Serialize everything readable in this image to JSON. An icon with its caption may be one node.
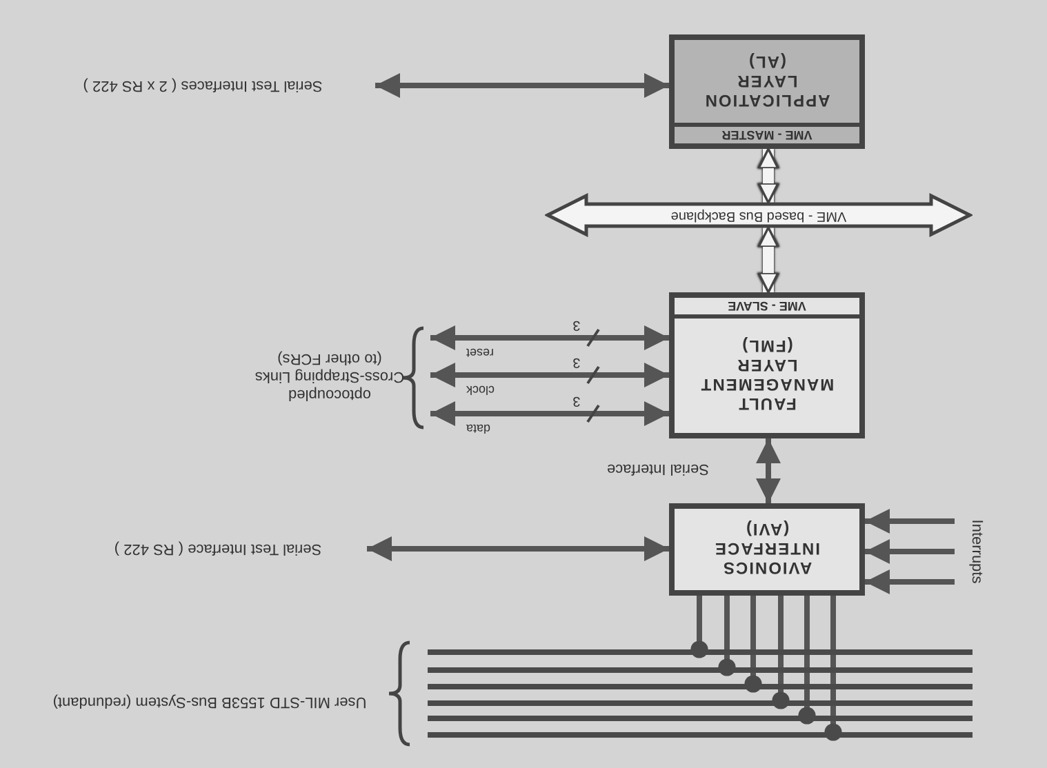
{
  "diagram": {
    "nodes": [
      {
        "text": [
          "VME - MASTER",
          "APPLICATION LAYER (AL)"
        ]
      },
      {
        "text": [
          "VME - based Bus Backplane"
        ]
      },
      {
        "text": [
          "FAULT MANAGEMENT LAYER (FML)",
          "VME - SLAVE"
        ]
      },
      {
        "text": [
          "AVIONICS INTERFACE (AVI)"
        ]
      },
      {
        "text": [
          "Serial Test Interfaces ( 2 x RS 422 )"
        ]
      },
      {
        "text": [
          "optocoupled Cross-Strapping Links (to other FCRs)"
        ]
      },
      {
        "text": [
          "Serial Test Interface ( RS 422 )"
        ]
      },
      {
        "text": [],
        "shape": "bar"
      },
      {
        "text": [],
        "shape": "bar"
      },
      {
        "text": [],
        "shape": "bar"
      },
      {
        "text": [],
        "shape": "bar"
      },
      {
        "text": [],
        "shape": "bar"
      },
      {
        "text": [],
        "shape": "bar"
      }
    ],
    "edges": [
      {
        "from": 0,
        "to": 4,
        "arrow": "both"
      },
      {
        "from": 0,
        "to": 1,
        "arrow": "both",
        "style": "thick",
        "color": "#f4f4f4"
      },
      {
        "from": 1,
        "to": 2,
        "arrow": "both",
        "style": "thick",
        "color": "#f4f4f4"
      },
      {
        "from": 2,
        "to": 5,
        "arrow": "both",
        "label": "reset"
      },
      {
        "from": 2,
        "to": 5,
        "arrow": "both",
        "label": "clock"
      },
      {
        "from": 2,
        "to": 5,
        "arrow": "both",
        "label": "data"
      },
      {
        "from": 2,
        "to": 3,
        "arrow": "both",
        "label": "Serial Interface"
      },
      {
        "from": 3,
        "to": 6,
        "arrow": "both"
      },
      {
        "from": null,
        "to": 3,
        "arrow": "to"
      },
      {
        "from": null,
        "to": 3,
        "arrow": "to"
      },
      {
        "from": null,
        "to": 3,
        "arrow": "to"
      },
      {
        "from": 3,
        "to": 7,
        "arrow": "other"
      },
      {
        "from": 3,
        "to": 8,
        "arrow": "other"
      },
      {
        "from": 3,
        "to": 9,
        "arrow": "other"
      },
      {
        "from": 3,
        "to": 10,
        "arrow": "other"
      },
      {
        "from": 3,
        "to": 11,
        "arrow": "other"
      },
      {
        "from": 3,
        "to": 12,
        "arrow": "other"
      }
    ],
    "labels": [
      "3",
      "3",
      "3",
      "User MIL-STD 1553B Bus-System (redundant)",
      "Interrupts"
    ]
  }
}
